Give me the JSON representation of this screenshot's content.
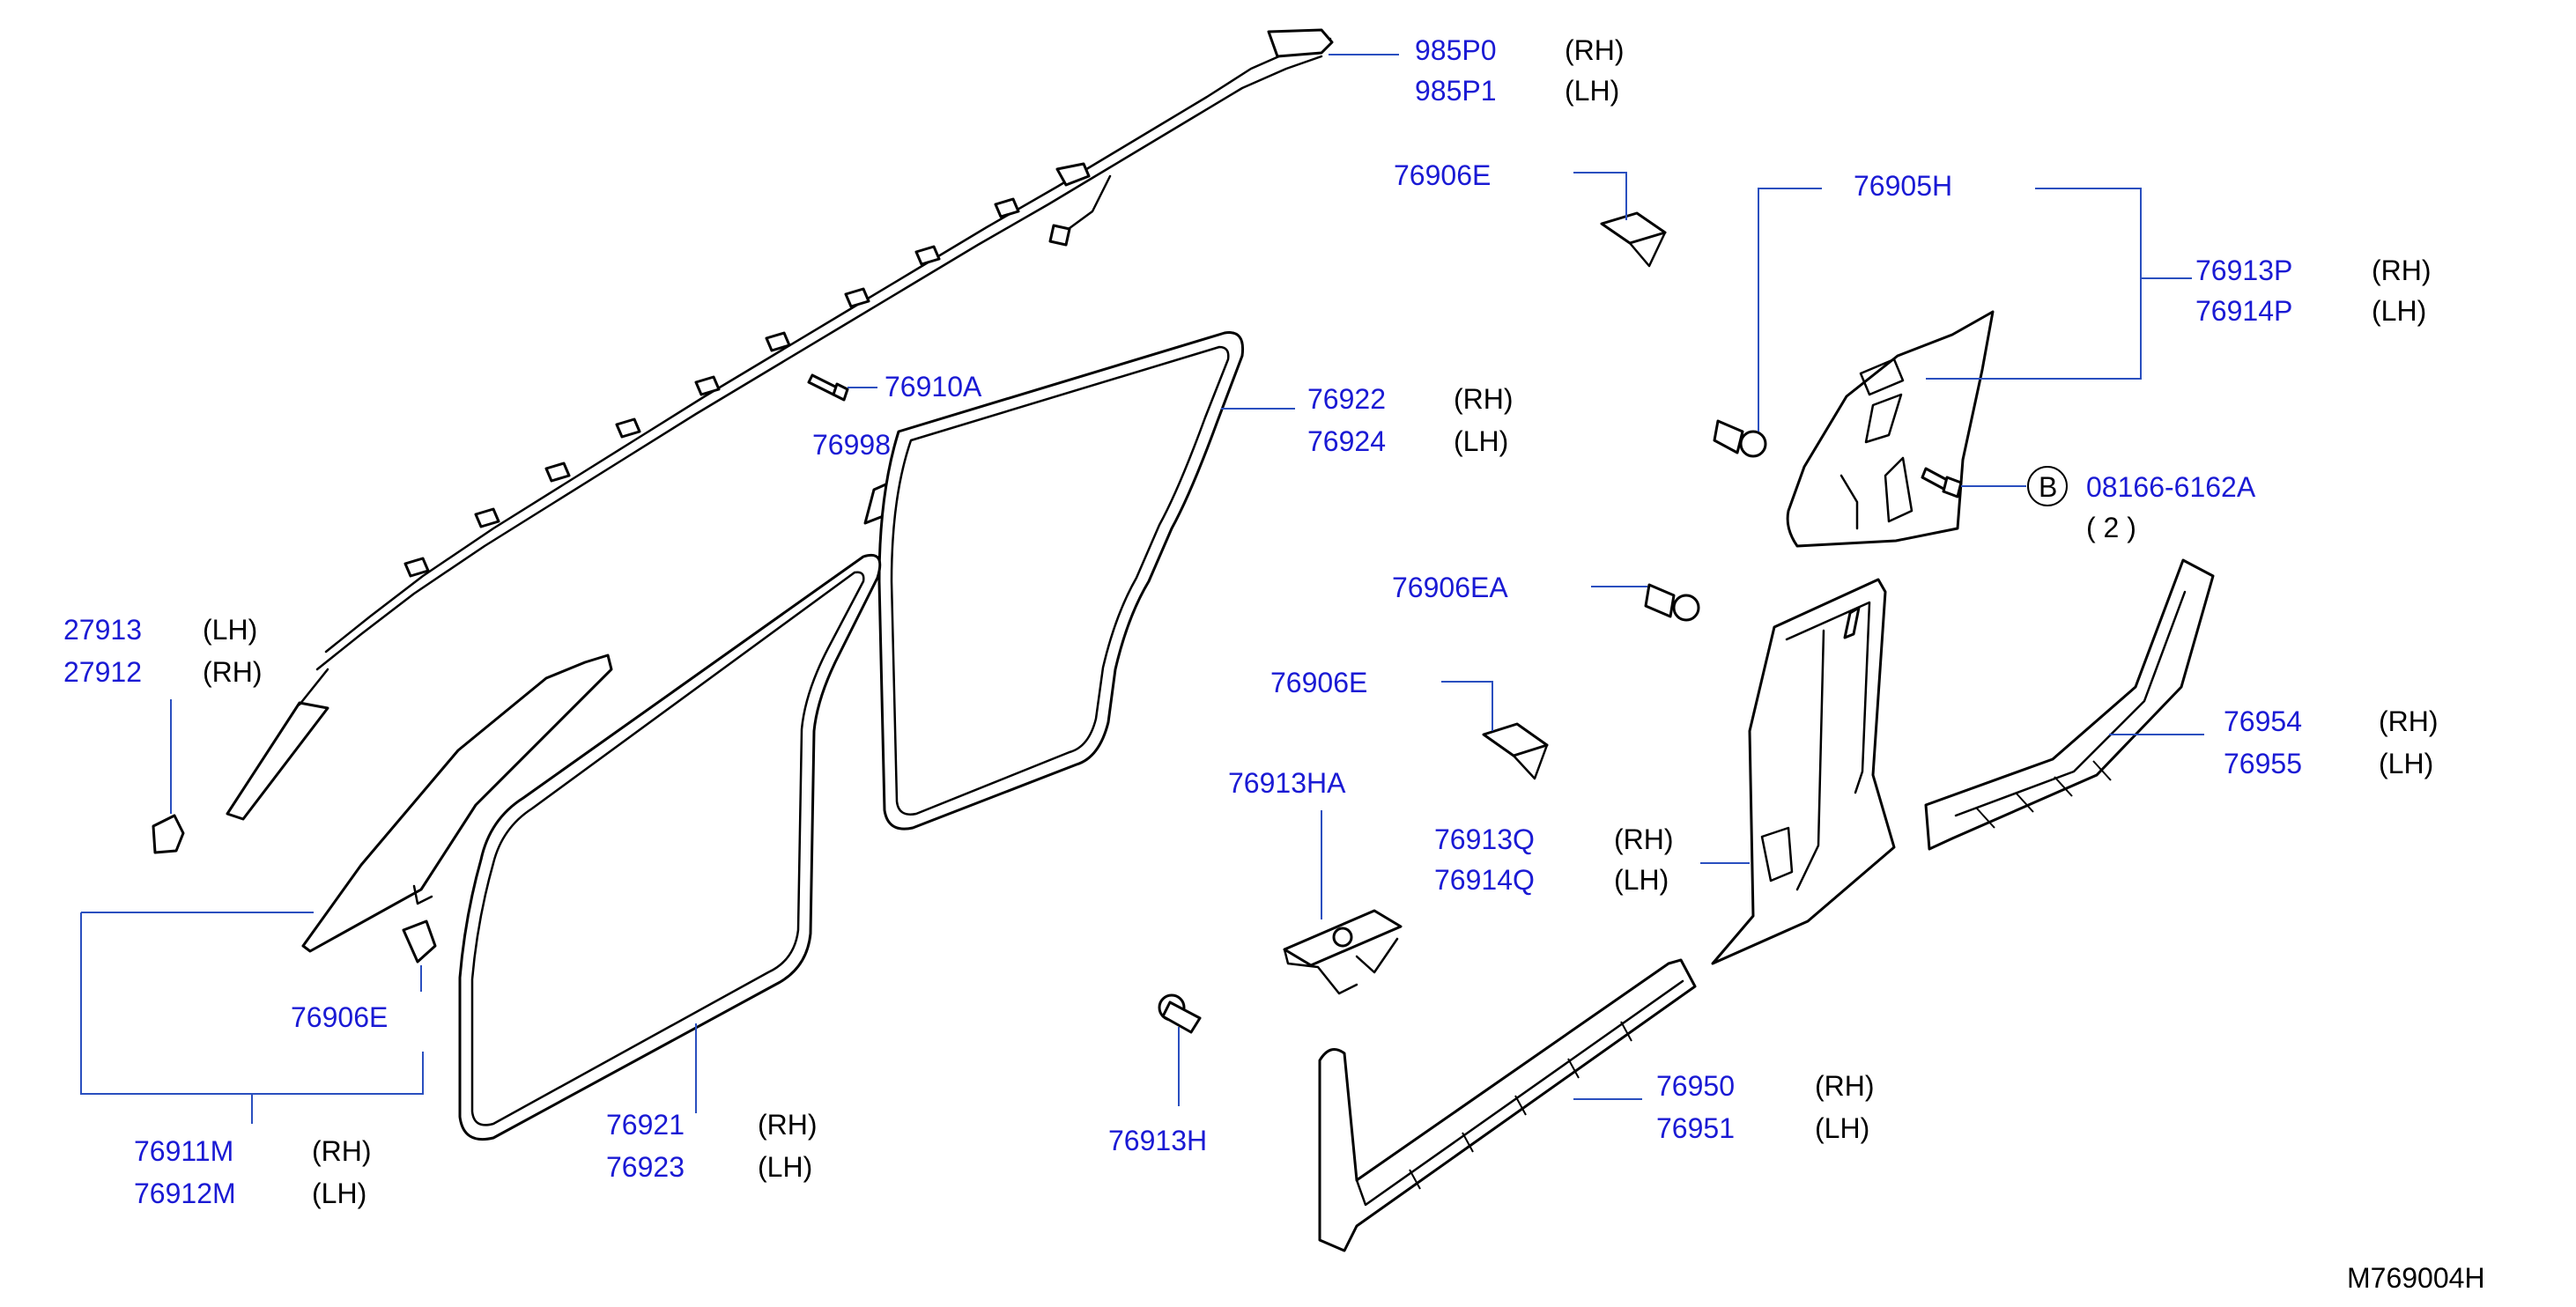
{
  "labels": {
    "l_985p0": "985P0",
    "l_985p0_side": "(RH)",
    "l_985p1": "985P1",
    "l_985p1_side": "(LH)",
    "l_76906e_top": "76906E",
    "l_76905h": "76905H",
    "l_76913p": "76913P",
    "l_76913p_side": "(RH)",
    "l_76914p": "76914P",
    "l_76914p_side": "(LH)",
    "l_76910a": "76910A",
    "l_76998": "76998",
    "l_76922": "76922",
    "l_76922_side": "(RH)",
    "l_76924": "76924",
    "l_76924_side": "(LH)",
    "l_b_circle": "B",
    "l_08166": "08166-6162A",
    "l_qty": "( 2 )",
    "l_76906ea": "76906EA",
    "l_27913": "27913",
    "l_27913_side": "(LH)",
    "l_27912": "27912",
    "l_27912_side": "(RH)",
    "l_76906e_mid": "76906E",
    "l_76954": "76954",
    "l_76954_side": "(RH)",
    "l_76955": "76955",
    "l_76955_side": "(LH)",
    "l_76913ha": "76913HA",
    "l_76913q": "76913Q",
    "l_76913q_side": "(RH)",
    "l_76914q": "76914Q",
    "l_76914q_side": "(LH)",
    "l_76906e_left": "76906E",
    "l_76913h": "76913H",
    "l_76950": "76950",
    "l_76950_side": "(RH)",
    "l_76951": "76951",
    "l_76951_side": "(LH)",
    "l_76921": "76921",
    "l_76921_side": "(RH)",
    "l_76923": "76923",
    "l_76923_side": "(LH)",
    "l_76911m": "76911M",
    "l_76911m_side": "(RH)",
    "l_76912m": "76912M",
    "l_76912m_side": "(LH)",
    "l_ref": "M769004H"
  },
  "colors": {
    "part_number": "#1a1ad4",
    "leader_line": "#2a4fbf",
    "drawing": "#000000",
    "background": "#ffffff"
  }
}
